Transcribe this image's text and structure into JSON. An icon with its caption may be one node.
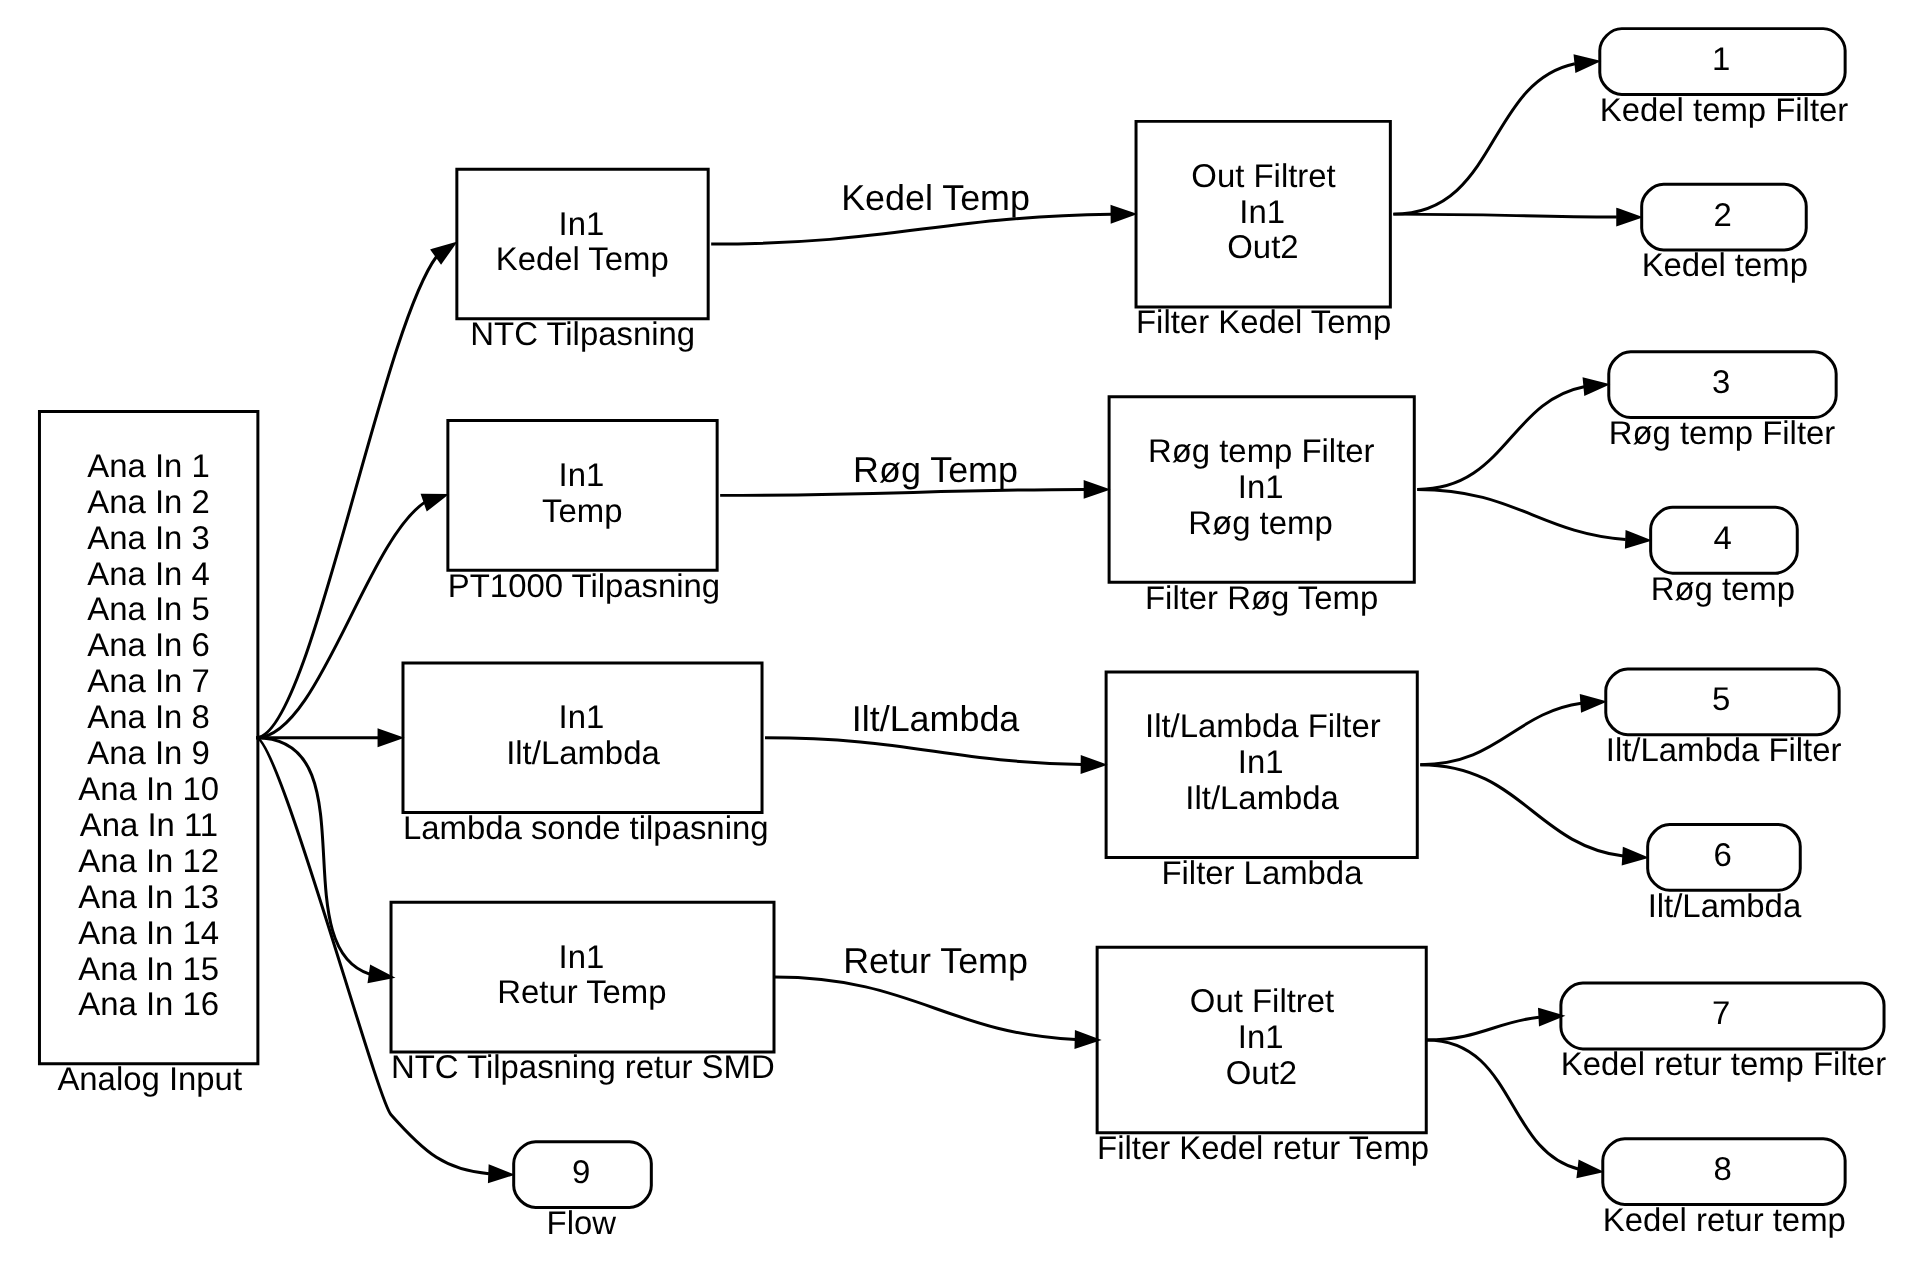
{
  "diagram": {
    "nodes": [
      {
        "text": [
          "Ana In 1",
          "Ana In 2",
          "Ana In 3",
          "Ana In 4",
          "Ana In 5",
          "Ana In 6",
          "Ana In 7",
          "Ana In 8",
          "Ana In 9",
          "Ana In 10",
          "Ana In 11",
          "Ana In 12",
          "Ana In 13",
          "Ana In 14",
          "Ana In 15",
          "Ana In 16"
        ],
        "beside": [
          "Analog Input"
        ]
      },
      {
        "text": [
          "In1",
          "Kedel Temp"
        ],
        "beside": [
          "NTC Tilpasning"
        ]
      },
      {
        "text": [
          "Out Filtret",
          "In1",
          "Out2"
        ],
        "beside": [
          "Filter Kedel Temp"
        ]
      },
      {
        "text": [
          "1"
        ],
        "beside": [
          "Kedel temp Filter"
        ]
      },
      {
        "text": [
          "2"
        ],
        "beside": [
          "Kedel temp"
        ]
      },
      {
        "text": [
          "In1",
          "Temp"
        ],
        "beside": [
          "PT1000 Tilpasning"
        ]
      },
      {
        "text": [
          "Røg temp Filter",
          "In1",
          "Røg temp"
        ],
        "beside": [
          "Filter Røg Temp"
        ]
      },
      {
        "text": [
          "3"
        ],
        "beside": [
          "Røg temp Filter"
        ]
      },
      {
        "text": [
          "4"
        ],
        "beside": [
          "Røg temp"
        ]
      },
      {
        "text": [
          "In1",
          "Ilt/Lambda"
        ],
        "beside": [
          "Lambda sonde tilpasning"
        ]
      },
      {
        "text": [
          "Ilt/Lambda Filter",
          "In1",
          "Ilt/Lambda"
        ],
        "beside": [
          "Filter Lambda"
        ]
      },
      {
        "text": [
          "5"
        ],
        "beside": [
          "Ilt/Lambda Filter"
        ]
      },
      {
        "text": [
          "6"
        ],
        "beside": [
          "Ilt/Lambda"
        ]
      },
      {
        "text": [
          "In1",
          "Retur Temp"
        ],
        "beside": [
          "NTC Tilpasning retur SMD"
        ]
      },
      {
        "text": [
          "Out Filtret",
          "In1",
          "Out2"
        ],
        "beside": [
          "Filter Kedel retur Temp"
        ]
      },
      {
        "text": [
          "7"
        ],
        "beside": [
          "Kedel retur temp Filter"
        ]
      },
      {
        "text": [
          "8"
        ],
        "beside": [
          "Kedel retur temp"
        ]
      },
      {
        "text": [
          "9"
        ],
        "beside": [
          "Flow"
        ]
      }
    ],
    "edges": [
      {
        "from": 0,
        "to": 1,
        "arrow": "to"
      },
      {
        "from": 1,
        "to": 2,
        "arrow": "to",
        "label": "Kedel Temp"
      },
      {
        "from": 2,
        "to": 3,
        "arrow": "to"
      },
      {
        "from": 2,
        "to": 4,
        "arrow": "to"
      },
      {
        "from": 0,
        "to": 5,
        "arrow": "to"
      },
      {
        "from": 5,
        "to": 6,
        "arrow": "to",
        "label": "Røg Temp"
      },
      {
        "from": 6,
        "to": 7,
        "arrow": "to"
      },
      {
        "from": 6,
        "to": 8,
        "arrow": "to"
      },
      {
        "from": 0,
        "to": 9,
        "arrow": "to"
      },
      {
        "from": 9,
        "to": 10,
        "arrow": "to",
        "label": "Ilt/Lambda"
      },
      {
        "from": 10,
        "to": 11,
        "arrow": "to"
      },
      {
        "from": 10,
        "to": 12,
        "arrow": "to"
      },
      {
        "from": 0,
        "to": 13,
        "arrow": "to"
      },
      {
        "from": 13,
        "to": 14,
        "arrow": "to",
        "label": "Retur Temp"
      },
      {
        "from": 14,
        "to": 15,
        "arrow": "to"
      },
      {
        "from": 14,
        "to": 16,
        "arrow": "to"
      },
      {
        "from": 0,
        "to": 17,
        "arrow": "to"
      }
    ]
  }
}
